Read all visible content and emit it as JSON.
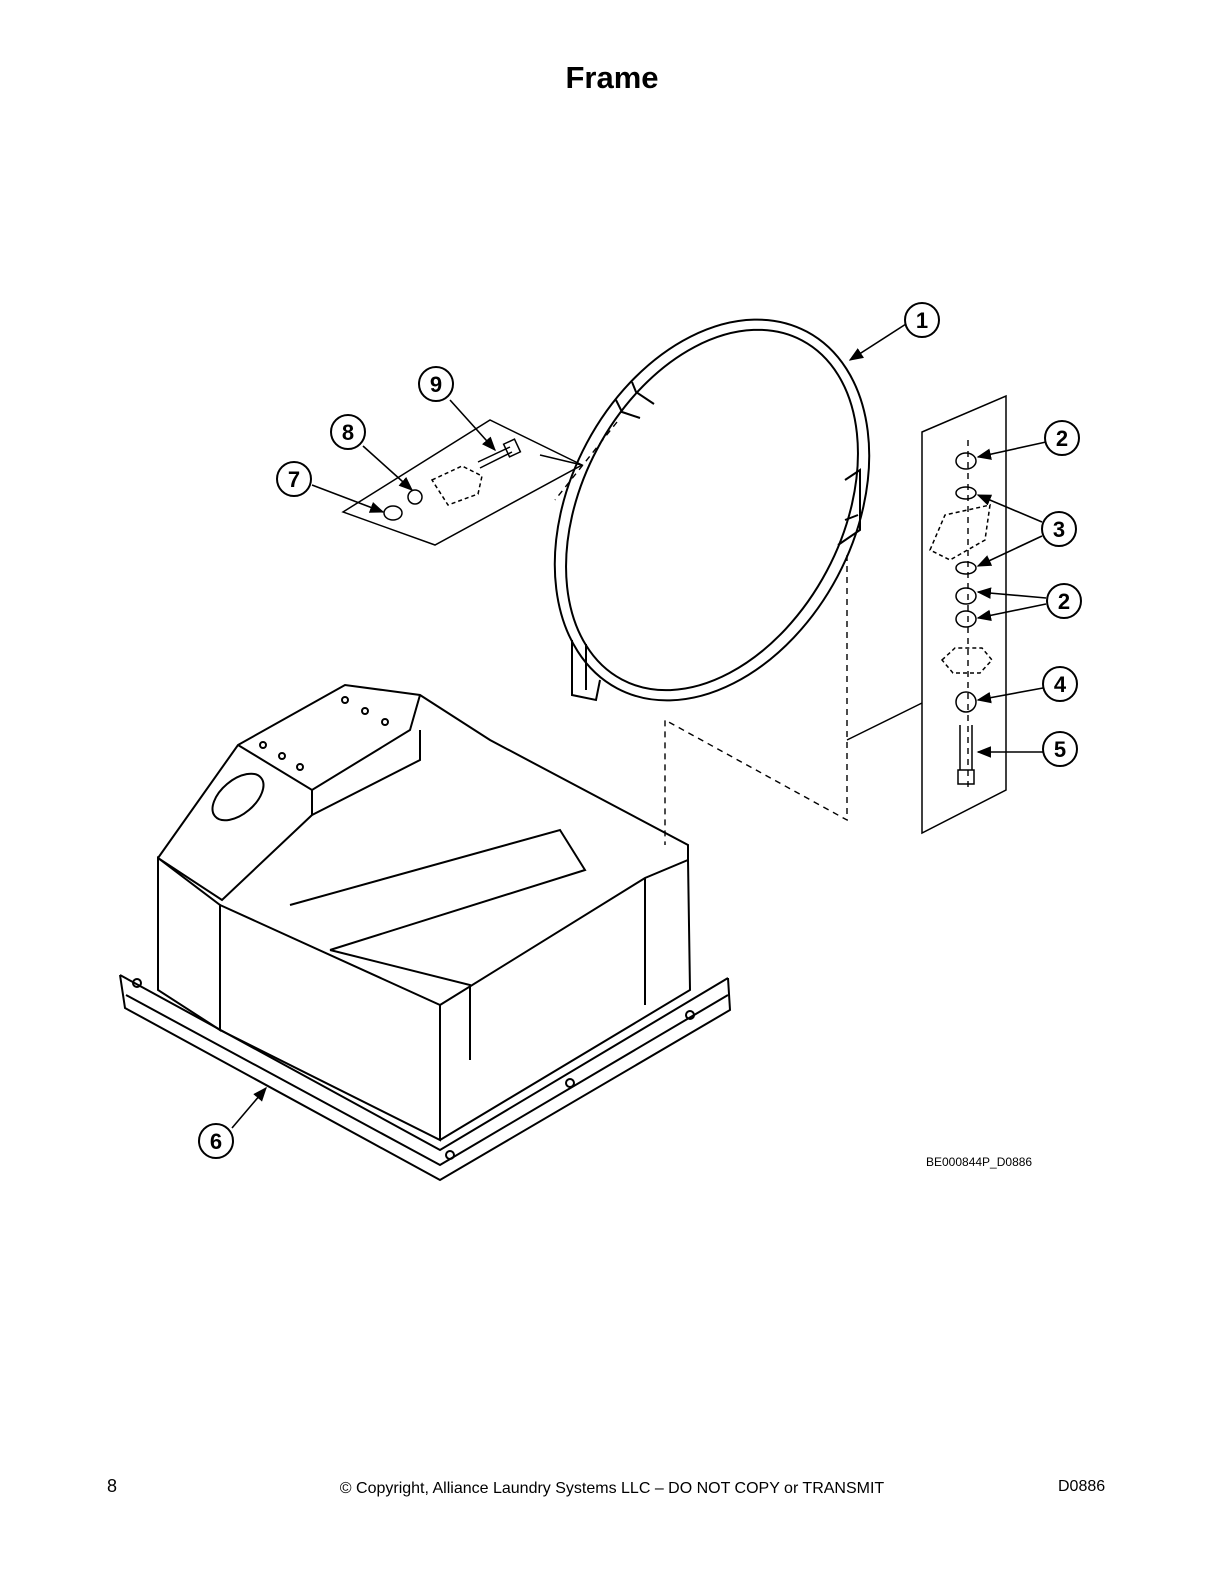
{
  "page": {
    "title": "Frame",
    "drawing_id": "BE000844P_D0886",
    "footer": {
      "page_number": "8",
      "copyright": "© Copyright, Alliance Laundry Systems LLC – DO NOT COPY or TRANSMIT",
      "doc_code": "D0886"
    }
  },
  "callouts": {
    "c1": "1",
    "c2a": "2",
    "c2b": "2",
    "c3": "3",
    "c4": "4",
    "c5": "5",
    "c6": "6",
    "c7": "7",
    "c8": "8",
    "c9": "9"
  }
}
